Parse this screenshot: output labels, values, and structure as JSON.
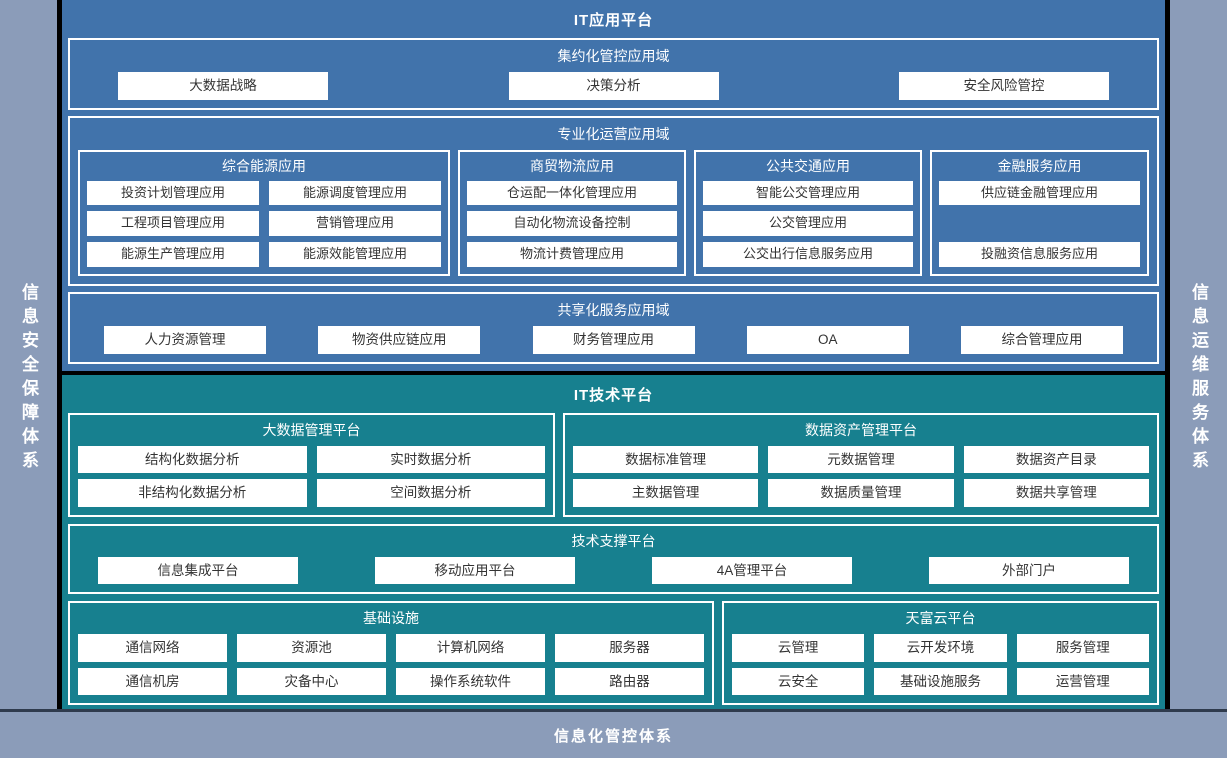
{
  "left_rail": {
    "label": "信息安全保障体系"
  },
  "right_rail": {
    "label": "信息运维服务体系"
  },
  "bottom_bar": {
    "label": "信息化管控体系"
  },
  "app_platform": {
    "title": "IT应用平台",
    "domains": [
      {
        "title": "集约化管控应用域",
        "items": [
          "大数据战略",
          "决策分析",
          "安全风险管控"
        ]
      },
      {
        "title": "专业化运营应用域",
        "groups": [
          {
            "title": "综合能源应用",
            "items": [
              "投资计划管理应用",
              "能源调度管理应用",
              "工程项目管理应用",
              "营销管理应用",
              "能源生产管理应用",
              "能源效能管理应用"
            ]
          },
          {
            "title": "商贸物流应用",
            "items": [
              "仓运配一体化管理应用",
              "自动化物流设备控制",
              "物流计费管理应用"
            ]
          },
          {
            "title": "公共交通应用",
            "items": [
              "智能公交管理应用",
              "公交管理应用",
              "公交出行信息服务应用"
            ]
          },
          {
            "title": "金融服务应用",
            "items": [
              "供应链金融管理应用",
              "投融资信息服务应用"
            ]
          }
        ]
      },
      {
        "title": "共享化服务应用域",
        "items": [
          "人力资源管理",
          "物资供应链应用",
          "财务管理应用",
          "OA",
          "综合管理应用"
        ]
      }
    ]
  },
  "tech_platform": {
    "title": "IT技术平台",
    "panels": [
      {
        "title": "大数据管理平台",
        "items": [
          "结构化数据分析",
          "实时数据分析",
          "非结构化数据分析",
          "空间数据分析"
        ]
      },
      {
        "title": "数据资产管理平台",
        "items": [
          "数据标准管理",
          "元数据管理",
          "数据资产目录",
          "主数据管理",
          "数据质量管理",
          "数据共享管理"
        ]
      },
      {
        "title": "技术支撑平台",
        "items": [
          "信息集成平台",
          "移动应用平台",
          "4A管理平台",
          "外部门户"
        ]
      },
      {
        "title": "基础设施",
        "items": [
          "通信网络",
          "资源池",
          "计算机网络",
          "服务器",
          "通信机房",
          "灾备中心",
          "操作系统软件",
          "路由器"
        ]
      },
      {
        "title": "天富云平台",
        "items": [
          "云管理",
          "云开发环境",
          "服务管理",
          "云安全",
          "基础设施服务",
          "运营管理"
        ]
      }
    ]
  },
  "colors": {
    "app_blue": "#4173ab",
    "tech_teal": "#17808f",
    "rail_gray_blue": "#8b9cb9",
    "pill_white": "#ffffff",
    "divider_black": "#000000"
  }
}
